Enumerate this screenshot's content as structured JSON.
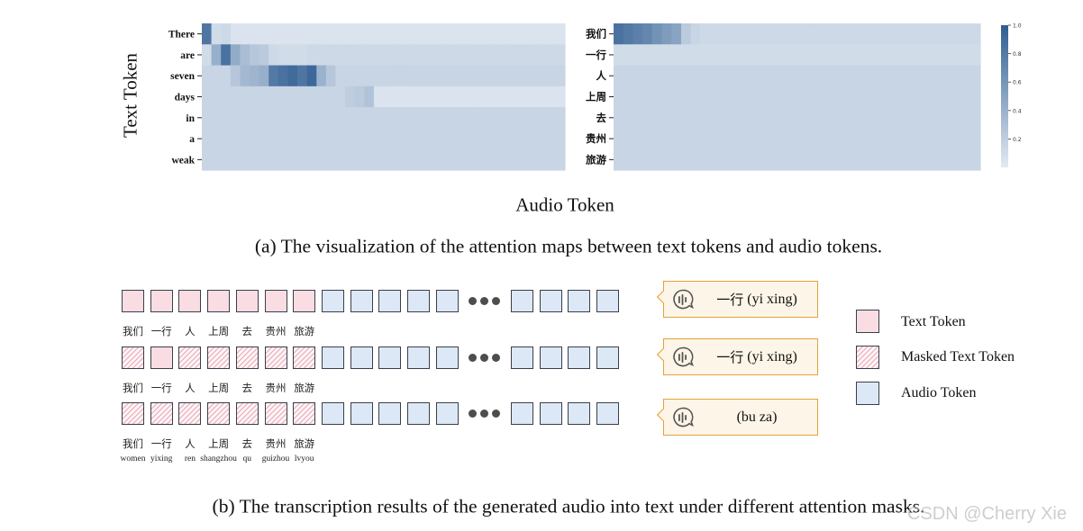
{
  "figure_a": {
    "y_axis_label": "Text Token",
    "x_axis_label": "Audio Token",
    "caption": "(a) The visualization of the attention maps between text tokens and audio tokens.",
    "left_map": {
      "row_labels": [
        "There",
        "are",
        "seven",
        "days",
        "in",
        "a",
        "weak"
      ],
      "cells": [
        [
          0.82,
          0.1,
          0.12,
          0.05,
          0.05,
          0.05,
          0.05,
          0.05,
          0.05,
          0.05,
          0.05,
          0.05,
          0.05,
          0.05,
          0.05,
          0.05,
          0.05,
          0.05,
          0.05,
          0.05,
          0.05,
          0.05,
          0.05,
          0.05,
          0.05,
          0.05,
          0.05,
          0.05,
          0.05,
          0.05,
          0.05,
          0.05,
          0.05,
          0.05,
          0.05,
          0.05,
          0.05,
          0.05
        ],
        [
          0.1,
          0.42,
          0.85,
          0.45,
          0.32,
          0.25,
          0.22,
          0.12,
          0.1,
          0.1,
          0.1,
          0.12,
          0.12,
          0.12,
          0.12,
          0.12,
          0.12,
          0.12,
          0.12,
          0.12,
          0.12,
          0.12,
          0.12,
          0.12,
          0.12,
          0.12,
          0.12,
          0.12,
          0.12,
          0.12,
          0.12,
          0.12,
          0.12,
          0.12,
          0.12,
          0.12,
          0.12,
          0.12
        ],
        [
          0.15,
          0.15,
          0.15,
          0.25,
          0.35,
          0.38,
          0.42,
          0.8,
          0.85,
          0.9,
          0.82,
          0.92,
          0.4,
          0.25,
          0.15,
          0.15,
          0.15,
          0.15,
          0.15,
          0.15,
          0.15,
          0.15,
          0.15,
          0.15,
          0.15,
          0.15,
          0.15,
          0.15,
          0.15,
          0.15,
          0.15,
          0.15,
          0.15,
          0.15,
          0.15,
          0.15,
          0.15,
          0.15
        ],
        [
          0.15,
          0.15,
          0.15,
          0.15,
          0.15,
          0.15,
          0.15,
          0.15,
          0.15,
          0.15,
          0.15,
          0.15,
          0.15,
          0.15,
          0.15,
          0.2,
          0.22,
          0.28,
          0.05,
          0.05,
          0.05,
          0.05,
          0.05,
          0.05,
          0.05,
          0.05,
          0.05,
          0.05,
          0.05,
          0.05,
          0.05,
          0.05,
          0.05,
          0.05,
          0.05,
          0.05,
          0.05,
          0.05
        ],
        [
          0.15,
          0.15,
          0.15,
          0.15,
          0.15,
          0.15,
          0.15,
          0.15,
          0.15,
          0.15,
          0.15,
          0.15,
          0.15,
          0.15,
          0.15,
          0.15,
          0.15,
          0.15,
          0.15,
          0.15,
          0.15,
          0.15,
          0.15,
          0.15,
          0.15,
          0.15,
          0.15,
          0.15,
          0.15,
          0.15,
          0.15,
          0.15,
          0.15,
          0.15,
          0.15,
          0.15,
          0.15,
          0.15
        ],
        [
          0.15,
          0.15,
          0.15,
          0.15,
          0.15,
          0.15,
          0.15,
          0.15,
          0.15,
          0.15,
          0.15,
          0.15,
          0.15,
          0.15,
          0.15,
          0.15,
          0.15,
          0.15,
          0.15,
          0.15,
          0.15,
          0.15,
          0.15,
          0.15,
          0.15,
          0.15,
          0.15,
          0.15,
          0.15,
          0.15,
          0.15,
          0.15,
          0.15,
          0.15,
          0.15,
          0.15,
          0.15,
          0.15
        ],
        [
          0.15,
          0.15,
          0.15,
          0.15,
          0.15,
          0.15,
          0.15,
          0.15,
          0.15,
          0.15,
          0.15,
          0.15,
          0.15,
          0.15,
          0.15,
          0.15,
          0.15,
          0.15,
          0.15,
          0.15,
          0.15,
          0.15,
          0.15,
          0.15,
          0.15,
          0.15,
          0.15,
          0.15,
          0.15,
          0.15,
          0.15,
          0.15,
          0.15,
          0.15,
          0.15,
          0.15,
          0.15,
          0.15
        ]
      ]
    },
    "right_map": {
      "row_labels": [
        "我们",
        "一行",
        "人",
        "上周",
        "去",
        "贵州",
        "旅游"
      ],
      "cells": [
        [
          0.85,
          0.8,
          0.75,
          0.7,
          0.62,
          0.55,
          0.5,
          0.22,
          0.15,
          0.12,
          0.12,
          0.12,
          0.12,
          0.12,
          0.12,
          0.12,
          0.12,
          0.12,
          0.12,
          0.12,
          0.12,
          0.12,
          0.12,
          0.12,
          0.12,
          0.12,
          0.12,
          0.12,
          0.12,
          0.12,
          0.12,
          0.12,
          0.12,
          0.12,
          0.12,
          0.12,
          0.12,
          0.12
        ],
        [
          0.1,
          0.1,
          0.1,
          0.1,
          0.1,
          0.1,
          0.1,
          0.1,
          0.1,
          0.1,
          0.1,
          0.1,
          0.1,
          0.1,
          0.1,
          0.1,
          0.1,
          0.1,
          0.1,
          0.1,
          0.1,
          0.1,
          0.1,
          0.1,
          0.1,
          0.1,
          0.1,
          0.1,
          0.1,
          0.1,
          0.1,
          0.1,
          0.1,
          0.1,
          0.1,
          0.1,
          0.1,
          0.1
        ],
        [
          0.15,
          0.15,
          0.15,
          0.15,
          0.15,
          0.15,
          0.15,
          0.15,
          0.15,
          0.15,
          0.15,
          0.15,
          0.15,
          0.15,
          0.15,
          0.15,
          0.15,
          0.15,
          0.15,
          0.15,
          0.15,
          0.15,
          0.15,
          0.15,
          0.15,
          0.15,
          0.15,
          0.15,
          0.15,
          0.15,
          0.15,
          0.15,
          0.15,
          0.15,
          0.15,
          0.15,
          0.15,
          0.15
        ],
        [
          0.15,
          0.15,
          0.15,
          0.15,
          0.15,
          0.15,
          0.15,
          0.15,
          0.15,
          0.15,
          0.15,
          0.15,
          0.15,
          0.15,
          0.15,
          0.15,
          0.15,
          0.15,
          0.15,
          0.15,
          0.15,
          0.15,
          0.15,
          0.15,
          0.15,
          0.15,
          0.15,
          0.15,
          0.15,
          0.15,
          0.15,
          0.15,
          0.15,
          0.15,
          0.15,
          0.15,
          0.15,
          0.15
        ],
        [
          0.15,
          0.15,
          0.15,
          0.15,
          0.15,
          0.15,
          0.15,
          0.15,
          0.15,
          0.15,
          0.15,
          0.15,
          0.15,
          0.15,
          0.15,
          0.15,
          0.15,
          0.15,
          0.15,
          0.15,
          0.15,
          0.15,
          0.15,
          0.15,
          0.15,
          0.15,
          0.15,
          0.15,
          0.15,
          0.15,
          0.15,
          0.15,
          0.15,
          0.15,
          0.15,
          0.15,
          0.15,
          0.15
        ],
        [
          0.15,
          0.15,
          0.15,
          0.15,
          0.15,
          0.15,
          0.15,
          0.15,
          0.15,
          0.15,
          0.15,
          0.15,
          0.15,
          0.15,
          0.15,
          0.15,
          0.15,
          0.15,
          0.15,
          0.15,
          0.15,
          0.15,
          0.15,
          0.15,
          0.15,
          0.15,
          0.15,
          0.15,
          0.15,
          0.15,
          0.15,
          0.15,
          0.15,
          0.15,
          0.15,
          0.15,
          0.15,
          0.15
        ],
        [
          0.15,
          0.15,
          0.15,
          0.15,
          0.15,
          0.15,
          0.15,
          0.15,
          0.15,
          0.15,
          0.15,
          0.15,
          0.15,
          0.15,
          0.15,
          0.15,
          0.15,
          0.15,
          0.15,
          0.15,
          0.15,
          0.15,
          0.15,
          0.15,
          0.15,
          0.15,
          0.15,
          0.15,
          0.15,
          0.15,
          0.15,
          0.15,
          0.15,
          0.15,
          0.15,
          0.15,
          0.15,
          0.15
        ]
      ]
    },
    "colorbar": {
      "range": [
        0,
        1
      ],
      "ticks": [
        "0.2",
        "0.4",
        "0.6",
        "0.8",
        "1.0"
      ],
      "color_low": "#e3eaf3",
      "color_high": "#2f5d91"
    }
  },
  "figure_b": {
    "caption": "(b) The transcription results of the generated audio into text under different attention masks.",
    "rows": [
      {
        "text_mask": [
          false,
          false,
          false,
          false,
          false,
          false,
          false
        ],
        "tokens": [
          "我们",
          "一行",
          "人",
          "上周",
          "去",
          "贵州",
          "旅游"
        ],
        "pinyin": [],
        "result_zh": "一行",
        "result_pinyin": "(yi xing)"
      },
      {
        "text_mask": [
          true,
          false,
          true,
          true,
          true,
          true,
          true
        ],
        "tokens": [
          "我们",
          "一行",
          "人",
          "上周",
          "去",
          "贵州",
          "旅游"
        ],
        "pinyin": [],
        "result_zh": "一行",
        "result_pinyin": "(yi xing)"
      },
      {
        "text_mask": [
          true,
          true,
          true,
          true,
          true,
          true,
          true
        ],
        "tokens": [
          "我们",
          "一行",
          "人",
          "上周",
          "去",
          "贵州",
          "旅游"
        ],
        "pinyin": [
          "women",
          "yixing",
          "ren",
          "shangzhou",
          "qu",
          "guizhou",
          "lvyou"
        ],
        "result_zh": "",
        "result_pinyin": "(bu za)"
      }
    ],
    "legend": [
      {
        "key": "text",
        "label": "Text Token"
      },
      {
        "key": "masked",
        "label": "Masked Text Token"
      },
      {
        "key": "audio",
        "label": "Audio Token"
      }
    ],
    "colors": {
      "text_token": "#f9dde3",
      "audio_token": "#dde8f6",
      "bubble_border": "#e4a23a",
      "bubble_fill": "#fdf5e7"
    }
  },
  "watermark": "CSDN @Cherry Xie"
}
